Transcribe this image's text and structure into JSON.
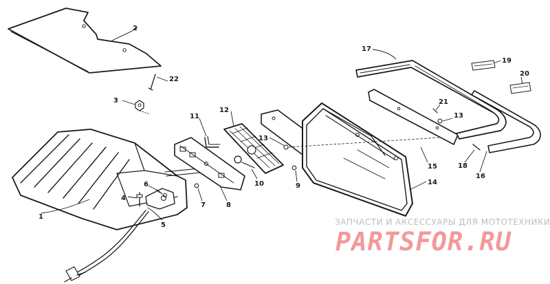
{
  "callouts": [
    {
      "id": "c1",
      "text": "1"
    },
    {
      "id": "c2",
      "text": "2"
    },
    {
      "id": "c3",
      "text": "3"
    },
    {
      "id": "c4",
      "text": "4"
    },
    {
      "id": "c5",
      "text": "5"
    },
    {
      "id": "c6",
      "text": "6"
    },
    {
      "id": "c7",
      "text": "7"
    },
    {
      "id": "c8",
      "text": "8"
    },
    {
      "id": "c9",
      "text": "9"
    },
    {
      "id": "c10",
      "text": "10"
    },
    {
      "id": "c11",
      "text": "11"
    },
    {
      "id": "c12",
      "text": "12"
    },
    {
      "id": "c13a",
      "text": "13"
    },
    {
      "id": "c13b",
      "text": "13"
    },
    {
      "id": "c14",
      "text": "14"
    },
    {
      "id": "c15",
      "text": "15"
    },
    {
      "id": "c16",
      "text": "16"
    },
    {
      "id": "c17",
      "text": "17"
    },
    {
      "id": "c18",
      "text": "18"
    },
    {
      "id": "c19",
      "text": "19"
    },
    {
      "id": "c20",
      "text": "20"
    },
    {
      "id": "c21",
      "text": "21"
    },
    {
      "id": "c22",
      "text": "22"
    }
  ],
  "watermark": {
    "caption": "ЗАПЧАСТИ И АКСЕССУАРЫ ДЛЯ МОТОТЕХНИКИ",
    "logo": "PARTSFOR.RU"
  },
  "colors": {
    "ink": "#1a1a1a",
    "background": "#ffffff",
    "watermark_text": "#bdbdbd",
    "watermark_logo": "#f19a9a"
  }
}
